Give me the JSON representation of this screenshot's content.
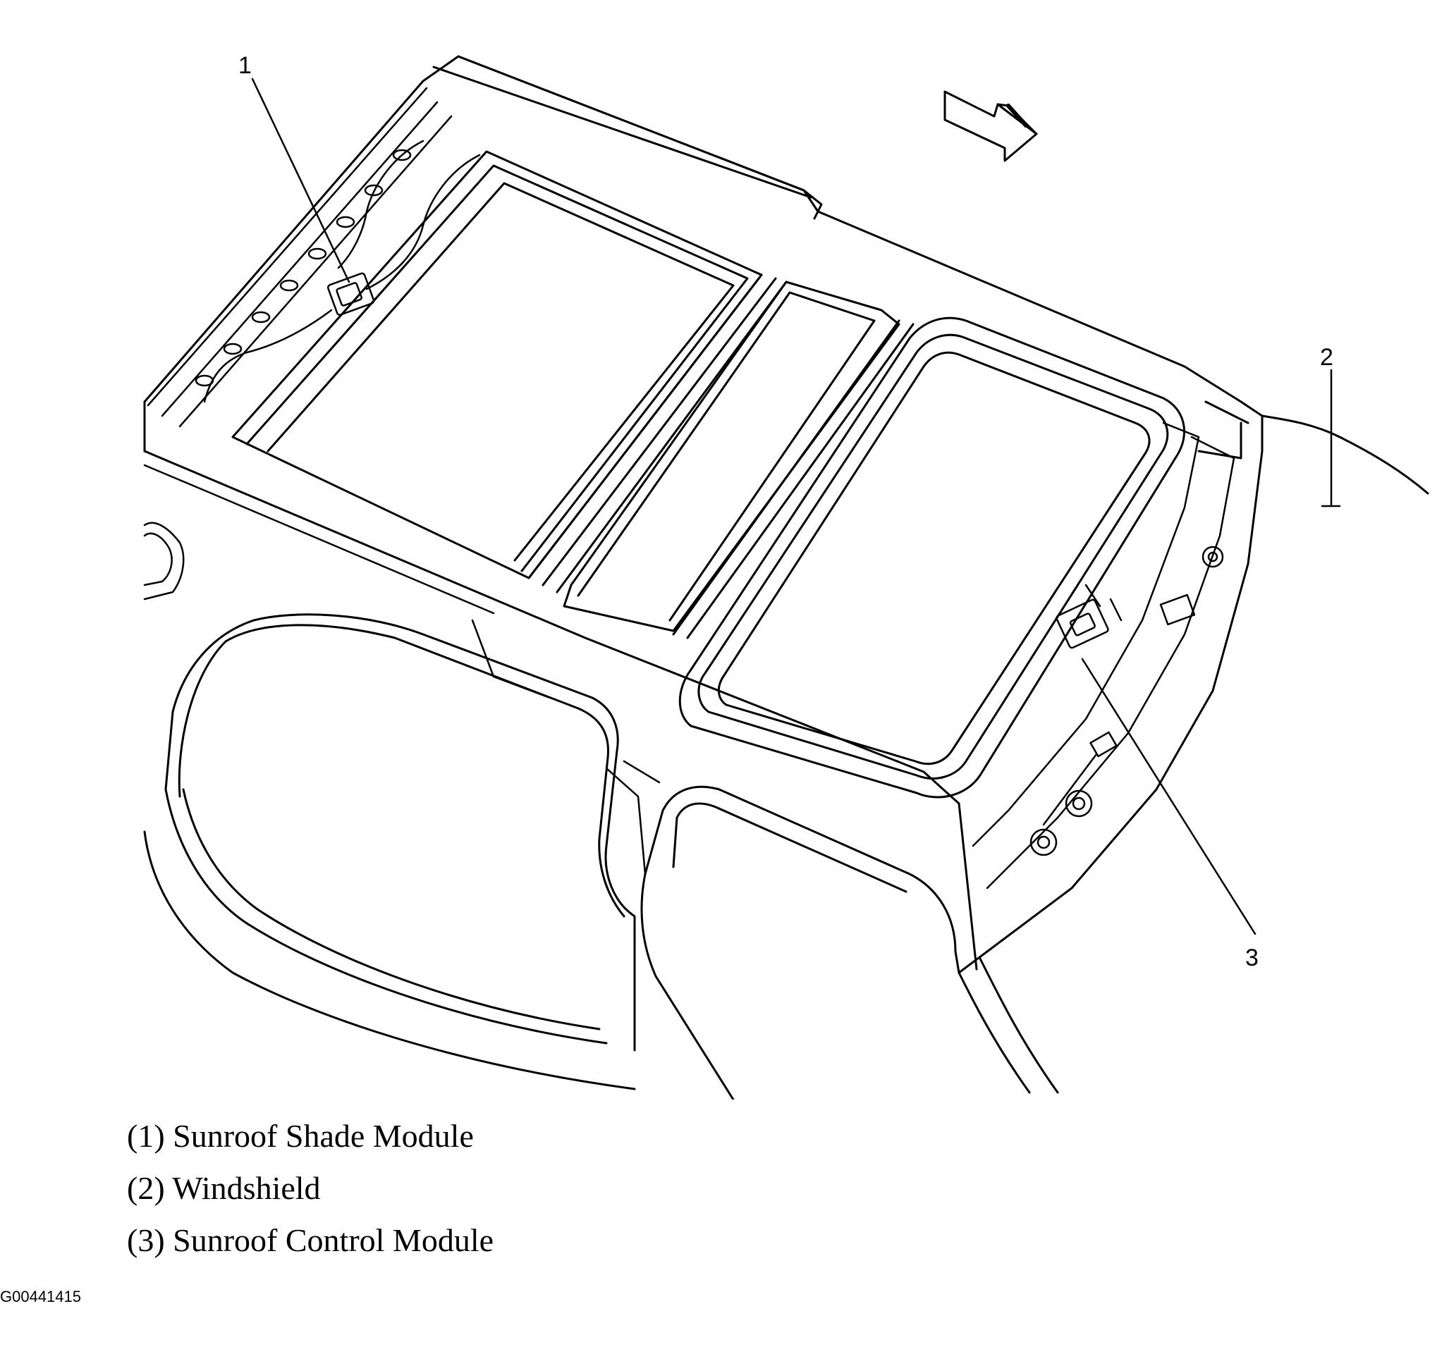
{
  "diagram": {
    "callouts": [
      {
        "id": "1",
        "label": "1"
      },
      {
        "id": "2",
        "label": "2"
      },
      {
        "id": "3",
        "label": "3"
      }
    ],
    "legend": [
      {
        "text": "(1) Sunroof Shade Module"
      },
      {
        "text": "(2) Windshield"
      },
      {
        "text": "(3) Sunroof Control Module"
      }
    ],
    "figure_id": "G00441415"
  }
}
